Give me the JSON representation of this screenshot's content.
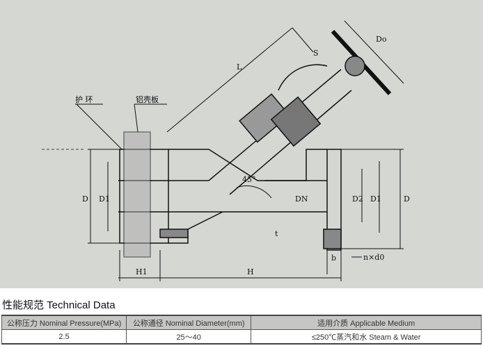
{
  "drawing": {
    "labels": {
      "guard_ring": "护 环",
      "shell_plate": "铝壳板",
      "L": "L",
      "Do": "Do",
      "S": "S",
      "D_left": "D",
      "D1_left": "D1",
      "DN": "DN",
      "D2": "D2",
      "D1_right": "D1",
      "D_right": "D",
      "angle": "45°",
      "t": "t",
      "H1": "H1",
      "H": "H",
      "b": "b",
      "bolts": "n×d0"
    }
  },
  "section_title": "性能规范 Technical Data",
  "table": {
    "headers": [
      "公称压力 Nominal Pressure(MPa)",
      "公称通径 Nominal Diameter(mm)",
      "适用介质 Applicable Medium"
    ],
    "rows": [
      [
        "2.5",
        "25～40",
        "≤250℃蒸汽和水 Steam & Water"
      ]
    ]
  }
}
